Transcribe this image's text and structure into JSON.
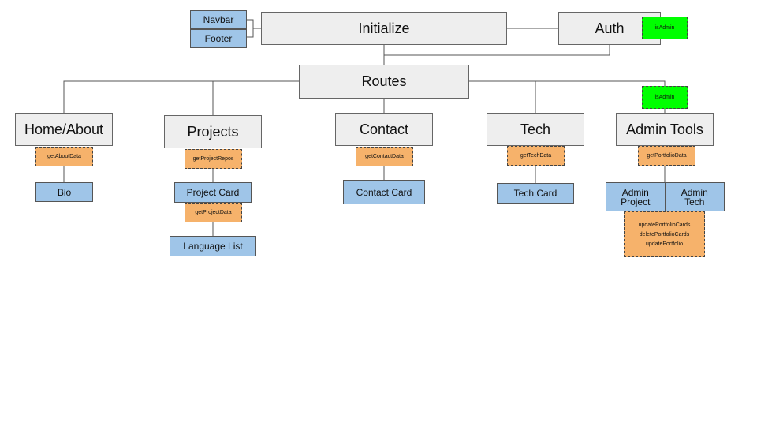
{
  "diagram": {
    "nodes": {
      "initialize": "Initialize",
      "navbar": "Navbar",
      "footer": "Footer",
      "auth": "Auth",
      "auth_role": "isAdmin",
      "routes": "Routes",
      "home": "Home/About",
      "home_fetch": "getAboutData",
      "bio": "Bio",
      "projects": "Projects",
      "projects_fetch": "getProjectRepos",
      "project_card": "Project Card",
      "project_card_fetch": "getProjectData",
      "language_list": "Language List",
      "contact": "Contact",
      "contact_fetch": "getContactData",
      "contact_card": "Contact Card",
      "tech": "Tech",
      "tech_fetch": "getTechData",
      "tech_card": "Tech Card",
      "admin_role": "isAdmin",
      "admin_tools": "Admin Tools",
      "admin_fetch": "getPortfolioData",
      "admin_project_line1": "Admin",
      "admin_project_line2": "Project",
      "admin_tech_line1": "Admin",
      "admin_tech_line2": "Tech",
      "admin_actions": [
        "updatePortfolioCards",
        "deletePortfolioCards",
        "updatePortfolio"
      ]
    }
  },
  "colors": {
    "component": "#eeeeee",
    "subcomponent": "#9fc5e8",
    "data_call": "#f6b26b",
    "role_check": "#00ff00",
    "connector": "#555555"
  }
}
